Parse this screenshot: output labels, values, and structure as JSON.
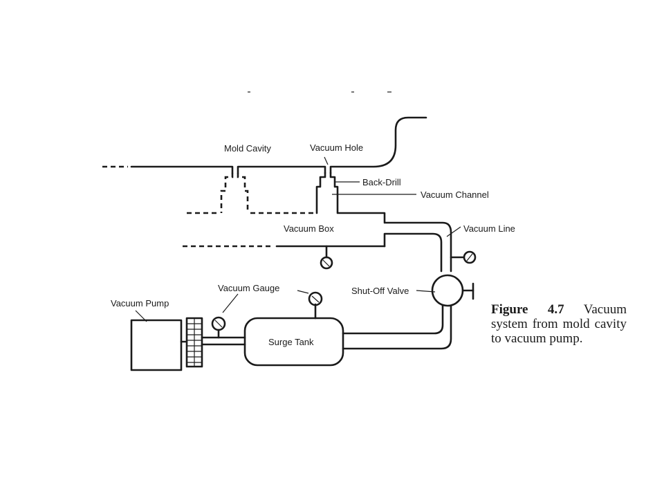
{
  "labels": {
    "mold_cavity": "Mold Cavity",
    "vacuum_hole": "Vacuum Hole",
    "back_drill": "Back-Drill",
    "vacuum_channel": "Vacuum Channel",
    "vacuum_box": "Vacuum Box",
    "vacuum_line": "Vacuum Line",
    "shut_off_valve": "Shut-Off Valve",
    "vacuum_gauge": "Vacuum Gauge",
    "vacuum_pump": "Vacuum Pump",
    "surge_tank": "Surge Tank"
  },
  "caption": {
    "figure_number": "Figure 4.7",
    "text": "Vacuum system from mold cavity to vacuum pump."
  },
  "colors": {
    "ink": "#1a1a1a",
    "background": "#ffffff"
  }
}
